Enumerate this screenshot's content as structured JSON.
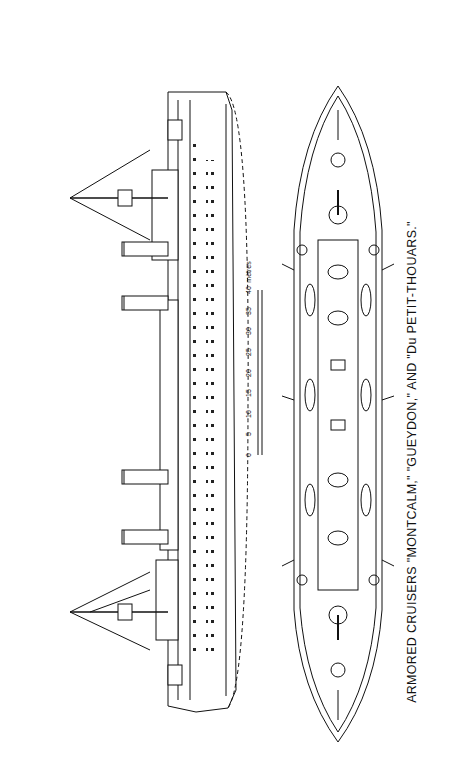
{
  "diagram": {
    "caption": "ARMORED CRUISERS \"MONTCALM,\" \"GUEYDON,\" AND \"Du PETIT-THOUARS.\"",
    "labels": [
      "0",
      "5",
      "10",
      "15",
      "20",
      "25",
      "30",
      "35",
      "40",
      "mètres"
    ]
  }
}
